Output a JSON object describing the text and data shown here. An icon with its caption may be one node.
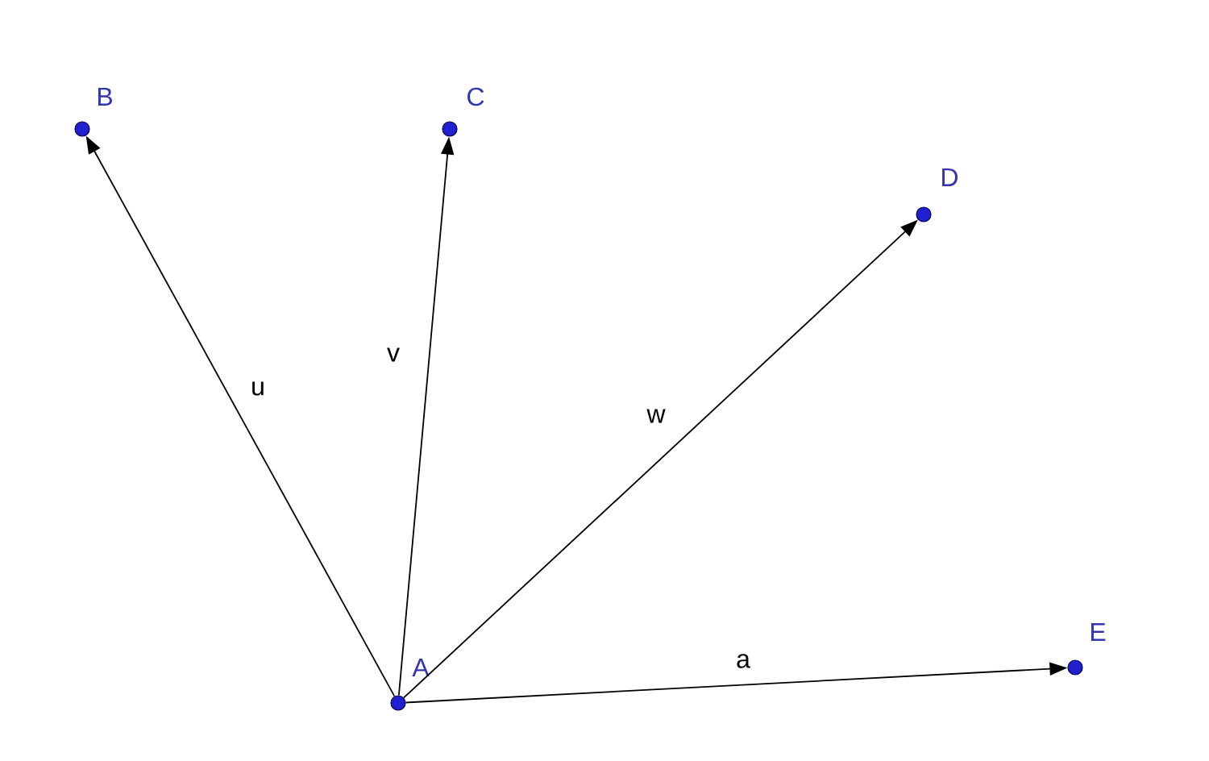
{
  "diagram": {
    "nodes": [
      {
        "text": [],
        "shape": "circle",
        "beside": [
          "A"
        ]
      },
      {
        "text": [],
        "shape": "circle",
        "beside": [
          "B"
        ]
      },
      {
        "text": [],
        "shape": "circle",
        "beside": [
          "C"
        ]
      },
      {
        "text": [],
        "shape": "circle",
        "beside": [
          "D"
        ]
      },
      {
        "text": [],
        "shape": "circle",
        "beside": [
          "E"
        ]
      }
    ],
    "edges": [
      {
        "from": 0,
        "to": 1,
        "arrow": "to",
        "label": "u"
      },
      {
        "from": 0,
        "to": 2,
        "arrow": "to",
        "label": "v"
      },
      {
        "from": 0,
        "to": 3,
        "arrow": "to",
        "label": "w"
      },
      {
        "from": 0,
        "to": 4,
        "arrow": "to",
        "label": "a"
      }
    ]
  }
}
